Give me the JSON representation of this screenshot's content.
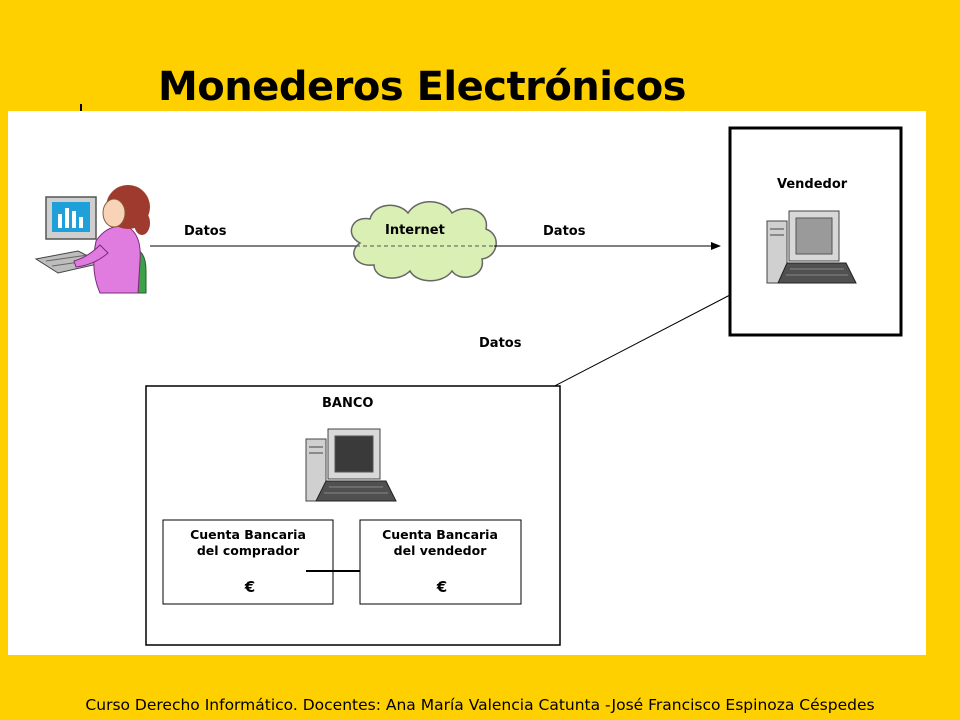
{
  "slide": {
    "title": "Monederos Electrónicos",
    "footer": "Curso Derecho Informático. Docentes: Ana María Valencia Catunta -José Francisco Espinoza Céspedes"
  },
  "diagram": {
    "label_datos_left": "Datos",
    "label_internet": "Internet",
    "label_datos_right": "Datos",
    "label_datos_mid": "Datos",
    "vendedor_title": "Vendedor",
    "banco_title": "BANCO",
    "cuenta_comprador_line1": "Cuenta Bancaria",
    "cuenta_comprador_line2": "del comprador",
    "cuenta_comprador_currency": "€",
    "cuenta_vendedor_line1": "Cuenta Bancaria",
    "cuenta_vendedor_line2": "del vendedor",
    "cuenta_vendedor_currency": "€"
  },
  "colors": {
    "background": "#FFD000",
    "cloud_fill": "#D9EFB4",
    "user_shirt": "#E07CE0",
    "user_hair": "#9E3A2E",
    "monitor_screen": "#1FA0D8"
  }
}
